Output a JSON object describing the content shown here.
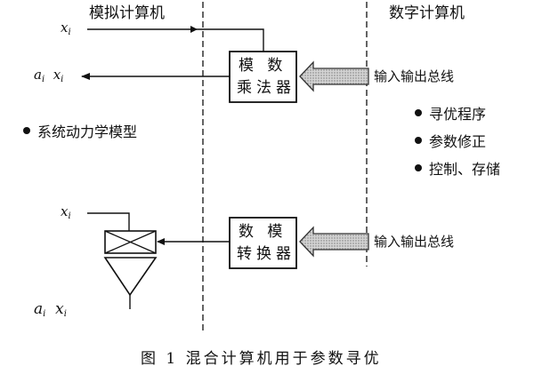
{
  "headers": {
    "analog": "模拟计算机",
    "digital": "数字计算机"
  },
  "variables": {
    "x_top": "x",
    "ax_top_a": "a",
    "ax_top_x": "x",
    "x_bottom": "x",
    "ax_bottom_a": "a",
    "ax_bottom_x": "x",
    "subscript": "i"
  },
  "blocks": {
    "multiplier": {
      "line1": "模 数",
      "line2": "乘法器"
    },
    "converter": {
      "line1": "数 模",
      "line2": "转换器"
    }
  },
  "bus_labels": {
    "top": "输入输出总线",
    "bottom": "输入输出总线"
  },
  "model_label": "系统动力学模型",
  "tasks": [
    "寻优程序",
    "参数修正",
    "控制、存储"
  ],
  "caption": "图 1    混合计算机用于参数寻优"
}
